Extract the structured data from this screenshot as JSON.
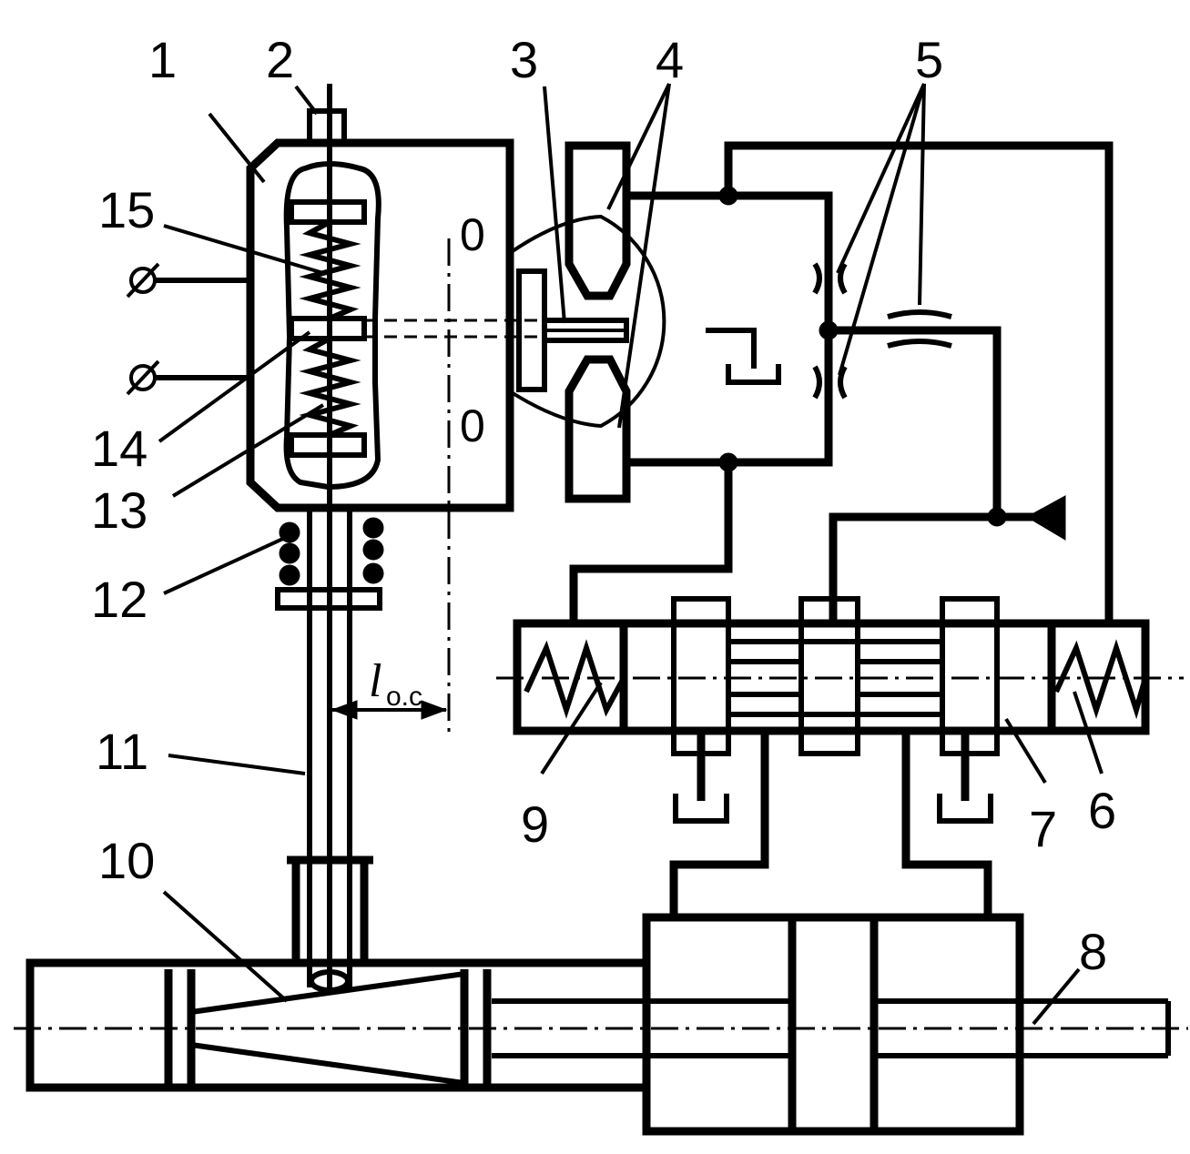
{
  "labels": {
    "n1": "1",
    "n2": "2",
    "n3": "3",
    "n4": "4",
    "n5": "5",
    "n6": "6",
    "n7": "7",
    "n8": "8",
    "n9": "9",
    "n10": "10",
    "n11": "11",
    "n12": "12",
    "n13": "13",
    "n14": "14",
    "n15": "15"
  },
  "markers": {
    "zero_top": "0",
    "zero_bottom": "0"
  },
  "dimension": {
    "symbol": "l",
    "subscript": "o.c"
  }
}
